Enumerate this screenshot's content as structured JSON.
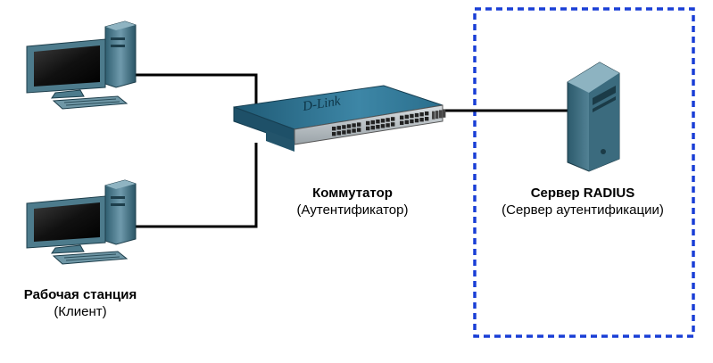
{
  "switch_node": {
    "title": "Коммутатор",
    "subtitle": "(Аутентификатор)",
    "brand_logo": "D-Link"
  },
  "server_node": {
    "title": "Сервер RADIUS",
    "subtitle": "(Сервер аутентификации)"
  },
  "client_node": {
    "title": "Рабочая станция",
    "subtitle": "(Клиент)"
  },
  "colors": {
    "dashed_border": "#1a3fd6",
    "switch_body": "#2a6e8c",
    "link": "#000000",
    "monitor_body": "#4d7b8c",
    "screen": "#141414"
  }
}
